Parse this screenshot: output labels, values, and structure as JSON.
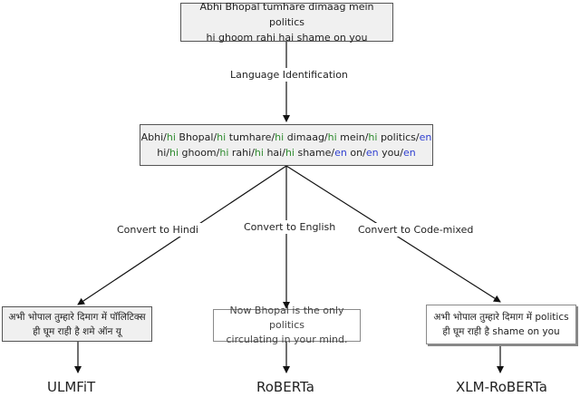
{
  "input_box": {
    "line1": "Abhi Bhopal tumhare dimaag mein politics",
    "line2": "hi ghoom rahi hai shame on you"
  },
  "edge_lid": "Language Identification",
  "lid_box": {
    "line1": [
      {
        "w": "Abhi",
        "t": "hi"
      },
      {
        "w": "Bhopal",
        "t": "hi"
      },
      {
        "w": "tumhare",
        "t": "hi"
      },
      {
        "w": "dimaag",
        "t": "hi"
      },
      {
        "w": "mein",
        "t": "hi"
      },
      {
        "w": "politics",
        "t": "en"
      }
    ],
    "line2": [
      {
        "w": "hi",
        "t": "hi"
      },
      {
        "w": "ghoom",
        "t": "hi"
      },
      {
        "w": "rahi",
        "t": "hi"
      },
      {
        "w": "hai",
        "t": "hi"
      },
      {
        "w": "shame",
        "t": "en"
      },
      {
        "w": "on",
        "t": "en"
      },
      {
        "w": "you",
        "t": "en"
      }
    ]
  },
  "edges": {
    "hindi": "Convert to Hindi",
    "english": "Convert to English",
    "codemixed": "Convert to Code-mixed"
  },
  "hindi_box": {
    "line1": "अभी भोपाल तुम्हारे दिमाग में पॉलिटिक्स",
    "line2": "ही घूम राही है शमे ऑन यू"
  },
  "english_box": {
    "line1": "Now Bhopal is the only politics",
    "line2": "circulating in your mind."
  },
  "codemixed_box": {
    "line1": "अभी भोपाल तुम्हारे दिमाग में politics",
    "line2": "ही घूम राही है shame on you"
  },
  "models": {
    "hindi": "ULMFiT",
    "english": "RoBERTa",
    "codemixed": "XLM-RoBERTa"
  },
  "colors": {
    "hi_tag": "#2e8b2e",
    "en_tag": "#2f3fd0"
  }
}
